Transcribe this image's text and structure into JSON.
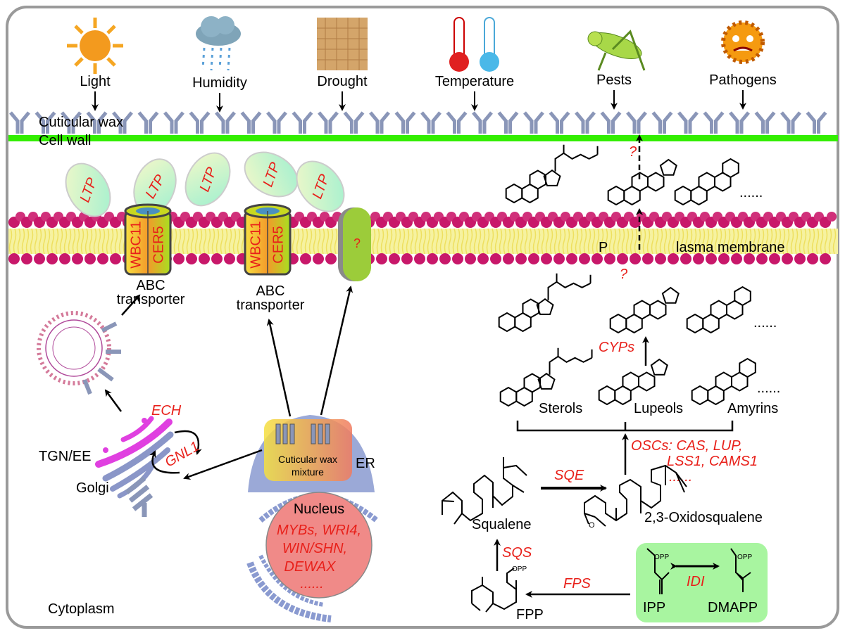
{
  "colors": {
    "cell_wall": "#33ee00",
    "wax": "#8a96b8",
    "lipid_head": "#c8186a",
    "lipid_tail": "#f2ec6a",
    "nucleus": "#f08a88",
    "enzyme_text": "#e8201a",
    "ipp_box": "#a8f5a0",
    "vesicle": "#b04a9a",
    "tgn": "#e040e0"
  },
  "stresses": [
    {
      "label": "Light",
      "icon": "sun-icon"
    },
    {
      "label": "Humidity",
      "icon": "rain-cloud-icon"
    },
    {
      "label": "Drought",
      "icon": "dry-soil-icon"
    },
    {
      "label": "Temperature",
      "icon": "thermometer-icon"
    },
    {
      "label": "Pests",
      "icon": "grasshopper-icon"
    },
    {
      "label": "Pathogens",
      "icon": "pathogen-icon"
    }
  ],
  "layers": {
    "cuticular_wax": "Cuticular wax",
    "cell_wall": "Cell wall",
    "membrane_p": "P",
    "membrane": "lasma membrane",
    "cytoplasm": "Cytoplasm"
  },
  "ltp": [
    "LTP",
    "LTP",
    "LTP",
    "LTP",
    "LTP"
  ],
  "transporters": [
    {
      "a": "WBC11",
      "b": "CER5",
      "label1": "ABC",
      "label2": "transporter"
    },
    {
      "a": "WBC11",
      "b": "CER5",
      "label1": "ABC",
      "label2": "transporter"
    }
  ],
  "unknown_channel": "?",
  "organelles": {
    "ech": "ECH",
    "tgn": "TGN/EE",
    "golgi": "Golgi",
    "gnl1": "GNL1",
    "wax_mixture1": "Cuticular wax",
    "wax_mixture2": "mixture",
    "er": "ER",
    "nucleus": "Nucleus",
    "tf1": "MYBs, WRI4,",
    "tf2": "WIN/SHN,",
    "tf3": "DEWAX",
    "tf4": "......"
  },
  "pathway": {
    "q1": "?",
    "q2": "?",
    "dots_top": "......",
    "dots_mid": "......",
    "dots_bottom": "......",
    "cyps": "CYPs",
    "sterols": "Sterols",
    "lupeols": "Lupeols",
    "amyrins": "Amyrins",
    "oscs1": "OSCs: CAS, LUP,",
    "oscs2": "LSS1, CAMS1",
    "oscs3": "......",
    "sqe": "SQE",
    "squalene": "Squalene",
    "oxidosqualene": "2,3-Oxidosqualene",
    "epoxide_o": "O",
    "sqs": "SQS",
    "fps": "FPS",
    "fpp": "FPP",
    "opp": "OPP",
    "idi": "IDI",
    "ipp": "IPP",
    "dmapp": "DMAPP"
  }
}
